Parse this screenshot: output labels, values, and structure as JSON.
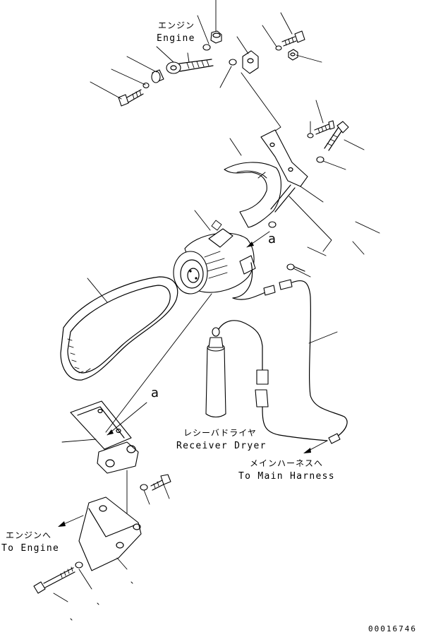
{
  "labels": {
    "engine_jp": "エンジン",
    "engine_en": "Engine",
    "receiver_dryer_jp": "レシーバドライヤ",
    "receiver_dryer_en": "Receiver Dryer",
    "main_harness_jp": "メインハーネスへ",
    "main_harness_en": "To Main Harness",
    "to_engine_jp": "エンジンへ",
    "to_engine_en": "To Engine",
    "ref_mark": "a",
    "drawing_number": "00016746"
  },
  "colors": {
    "ink": "#000000",
    "paper": "#ffffff"
  }
}
